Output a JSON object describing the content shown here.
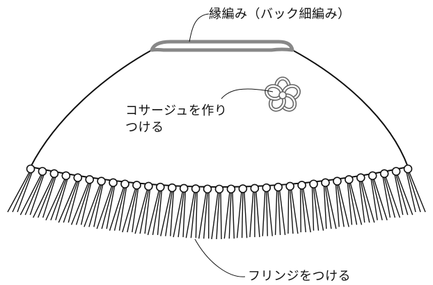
{
  "labels": {
    "edging": "縁編み（バック細編み）",
    "corsage_line1": "コサージュを作り",
    "corsage_line2": "つける",
    "fringe": "フリンジをつける"
  },
  "colors": {
    "line": "#111111",
    "edging_band": "#888888",
    "flower": "#666666",
    "background": "#ffffff"
  },
  "parts": {
    "fringe_bead_count": 33,
    "flower_petal_count": 5
  }
}
